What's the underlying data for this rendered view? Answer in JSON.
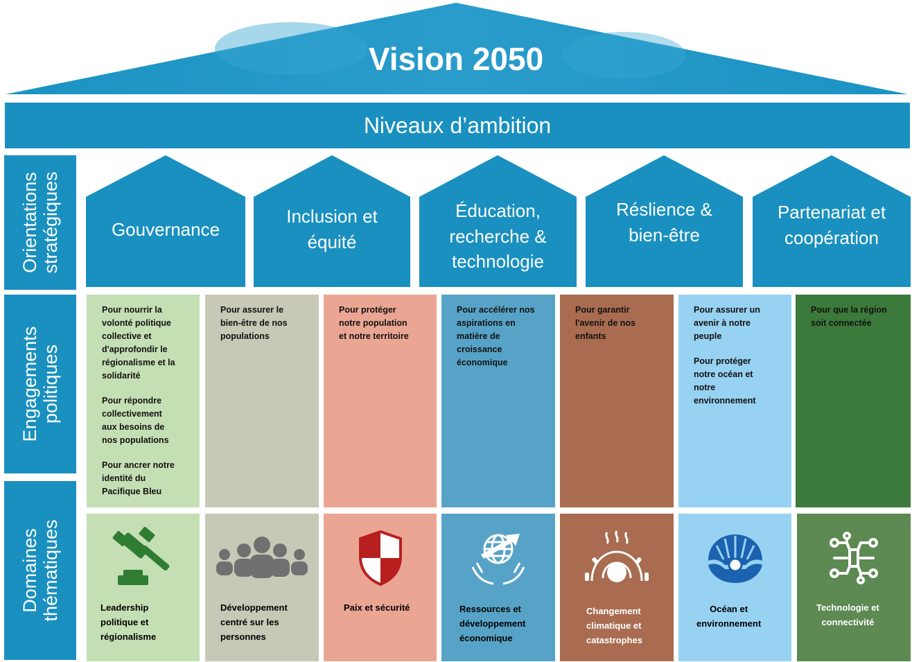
{
  "title": "Vision 2050",
  "ambition_label": "Niveaux d’ambition",
  "side_labels": {
    "orientations": "Orientations\nstratégiques",
    "engagements": "Engagements\npolitiques",
    "domaines": "Domaines\nthématiques"
  },
  "orientations": [
    {
      "label": "Gouvernance"
    },
    {
      "label": "Inclusion et\néquité"
    },
    {
      "label": "Éducation,\nrecherche &\ntechnologie"
    },
    {
      "label": "Réslience &\nbien-être"
    },
    {
      "label": "Partenariat et\ncoopération"
    }
  ],
  "engagements": [
    {
      "items": [
        "Pour nourrir la\nvolonté politique\ncollective et\nd'approfondir le\nrégionalisme et la\nsolidarité",
        "Pour répondre\ncollectivement\naux besoins de\nnos populations",
        "Pour ancrer notre\nidentité du\nPacifique Bleu"
      ],
      "color": "#c5dfb4"
    },
    {
      "items": [
        "Pour assurer le\nbien-être de nos\npopulations"
      ],
      "color": "#c8c8b7"
    },
    {
      "items": [
        "Pour protéger\nnotre population\net notre territoire"
      ],
      "color": "#eba693"
    },
    {
      "items": [
        "Pour accélérer nos\naspirations en\nmatière de\ncroissance\néconomique"
      ],
      "color": "#57a3c7"
    },
    {
      "items": [
        "Pour garantir\nl'avenir de nos\nenfants"
      ],
      "color": "#a96c51"
    },
    {
      "items": [
        "Pour assurer un\navenir à notre\npeuple",
        "Pour protéger\nnotre océan et\nnotre\nenvironnement"
      ],
      "color": "#98d2f2"
    },
    {
      "items": [
        "Pour que la région\nsoit connectée"
      ],
      "color": "#3b7a3a"
    }
  ],
  "domaines": [
    {
      "label": "Leadership\npolitique et\nrégionalisme",
      "icon": "gavel-icon",
      "color": "#c5dfb4"
    },
    {
      "label": "Développement\ncentré sur les\npersonnes",
      "icon": "people-group-icon",
      "color": "#c8c8b7"
    },
    {
      "label": "Paix et sécurité",
      "icon": "shield-icon",
      "color": "#eba693"
    },
    {
      "label": "Ressources et\ndéveloppement\néconomique",
      "icon": "globe-hands-icon",
      "color": "#57a3c7"
    },
    {
      "label": "Changement\nclimatique et\ncatastrophes",
      "icon": "climate-icon",
      "color": "#a96c51"
    },
    {
      "label": "Océan et\nenvironnement",
      "icon": "clam-pearl-icon",
      "color": "#98d2f2"
    },
    {
      "label": "Technologie et\nconnectivité",
      "icon": "circuit-icon",
      "color": "#5c8a52"
    }
  ],
  "colors": {
    "primary_blue": "#1990bf",
    "icon_green": "#2e7d32",
    "icon_gray": "#707070",
    "icon_red": "#b81f1f",
    "icon_blue": "#1b63b0"
  }
}
